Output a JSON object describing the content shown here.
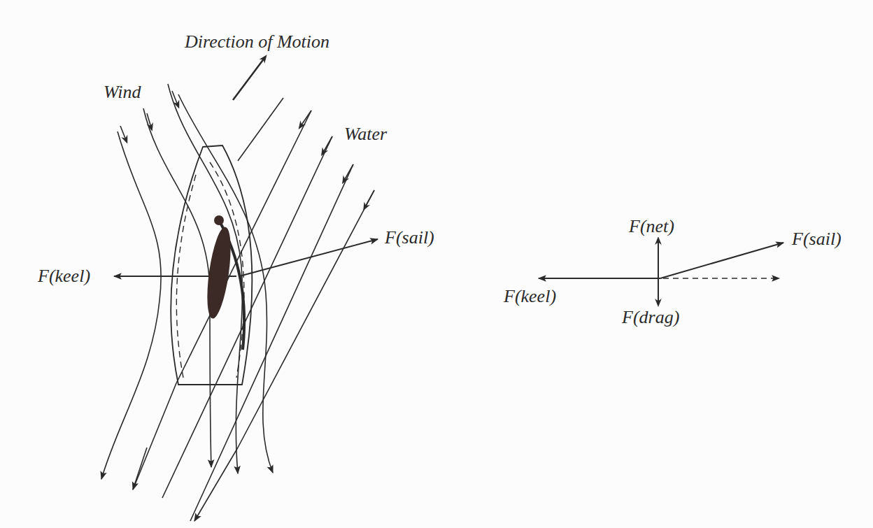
{
  "diagram": {
    "labels": [
      "Direction of Motion",
      "Wind",
      "Water",
      "F(sail)",
      "F(keel)",
      "F(net)",
      "F(drag)",
      "F(sail)",
      "F(keel)"
    ]
  }
}
